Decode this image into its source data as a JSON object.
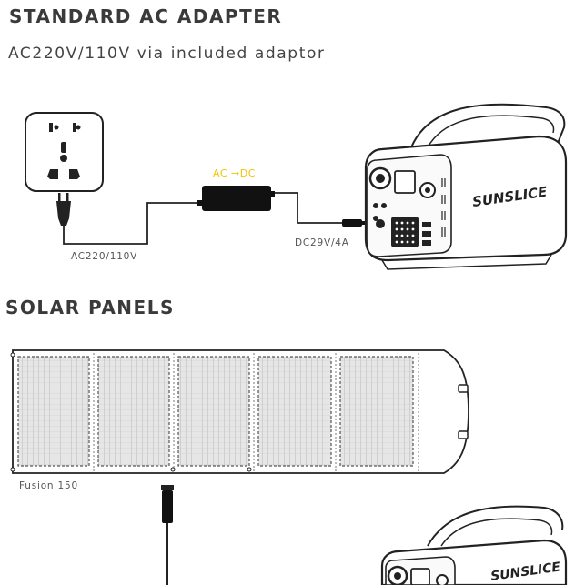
{
  "sections": {
    "adapter": {
      "title": "STANDARD AC ADAPTER",
      "subtitle": "AC220V/110V via included adaptor",
      "adapter_label": "AC →DC",
      "input_label": "AC220/110V",
      "output_label": "DC29V/4A",
      "brand": "SUNSLICE"
    },
    "solar": {
      "title": "SOLAR PANELS",
      "panel_label": "Fusion 150",
      "brand": "SUNSLICE"
    }
  },
  "colors": {
    "line": "#222222",
    "highlight": "#f2c300",
    "panel_fill": "#e2e2e2"
  },
  "icons": [
    "wall-socket-icon",
    "power-plug-icon",
    "power-adapter-icon",
    "power-station-icon",
    "solar-panel-icon",
    "dc-connector-icon"
  ]
}
